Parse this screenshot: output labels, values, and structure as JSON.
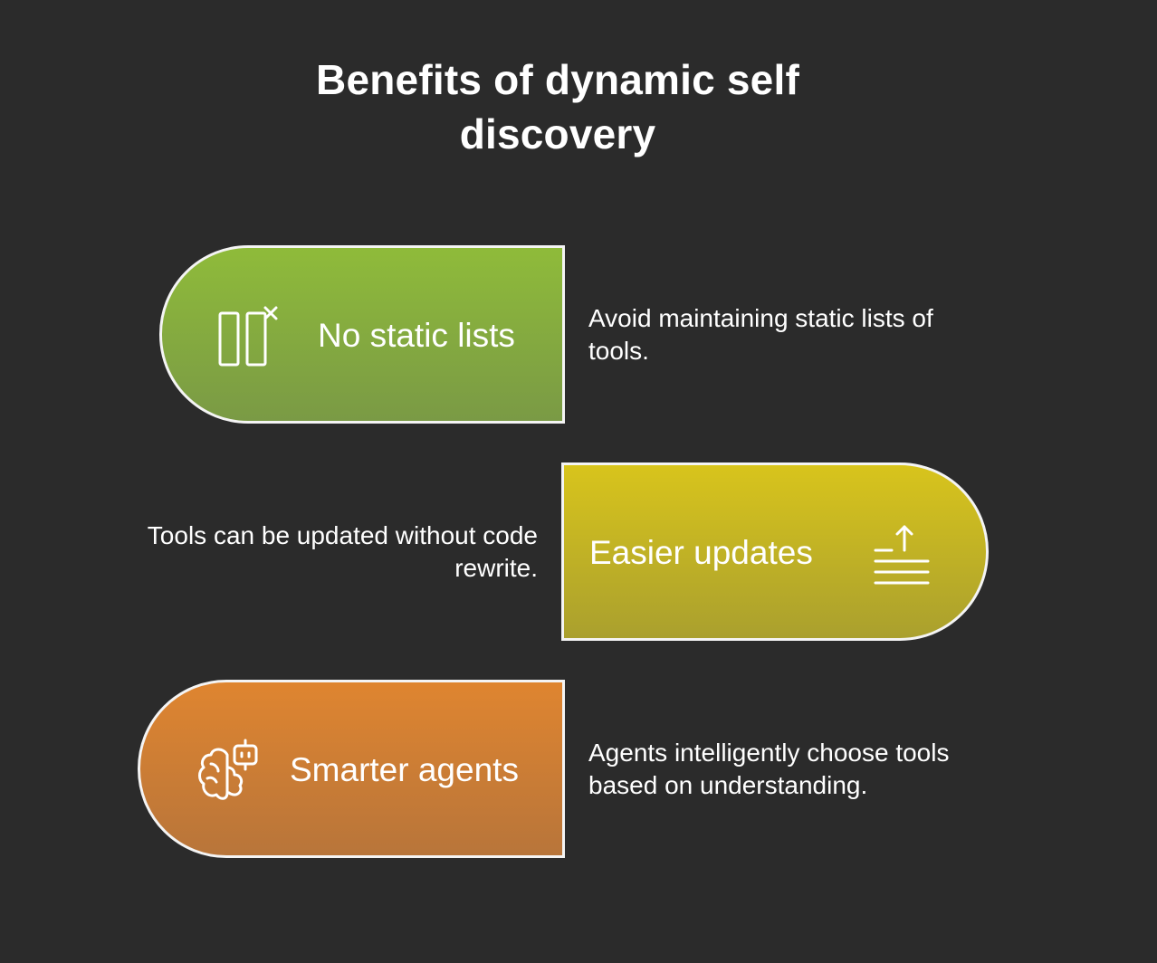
{
  "title": "Benefits of dynamic self discovery",
  "items": [
    {
      "label": "No static lists",
      "description": "Avoid maintaining static lists of tools.",
      "icon": "columns-x-icon",
      "color": "#8fbb3a"
    },
    {
      "label": "Easier updates",
      "description": "Tools can be updated without code rewrite.",
      "icon": "upload-lines-icon",
      "color": "#d8c41c"
    },
    {
      "label": "Smarter agents",
      "description": "Agents intelligently choose tools based on understanding.",
      "icon": "brain-robot-icon",
      "color": "#df8530"
    }
  ]
}
